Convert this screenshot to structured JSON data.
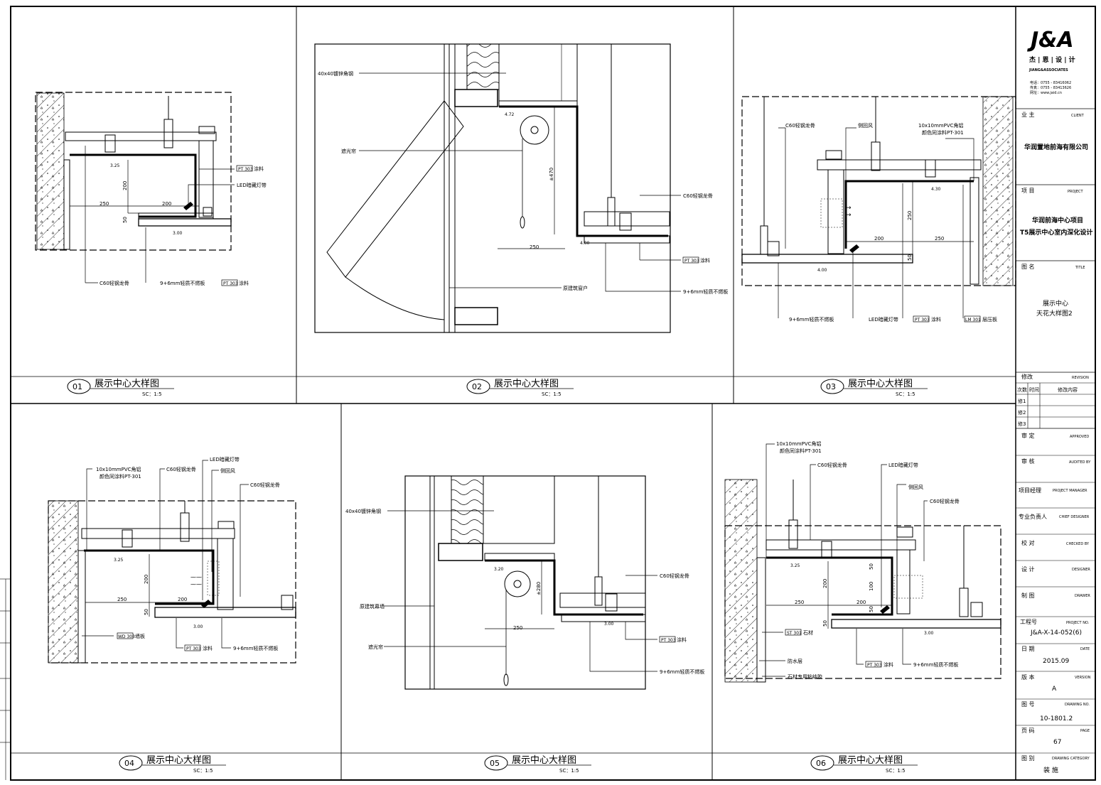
{
  "title_block": {
    "logo": "J&A",
    "logo_cn": "杰 | 恩 | 设 | 计",
    "logo_en": "JIANG&ASSOCIATES",
    "tel": "电话：0755 - 83416062",
    "fax": "传真：0755 - 83413626",
    "web": "网址：www.jaid.cn",
    "client_label": "业  主",
    "client_label_en": "CLIENT",
    "client_value": "华润置地前海有限公司",
    "project_label": "项  目",
    "project_label_en": "PROJECT",
    "project_value_1": "华润前海中心项目",
    "project_value_2": "T5展示中心室内深化设计",
    "title_label": "图  名",
    "title_label_en": "TITLE",
    "title_value_1": "展示中心",
    "title_value_2": "天花大样图2",
    "revision_label": "修改",
    "revision_label_en": "REVISION",
    "rev_col_1": "次数",
    "rev_col_2": "时间",
    "rev_col_3": "修改内容",
    "rev_rows": [
      "修1",
      "修2",
      "修3"
    ],
    "approved_label": "审  定",
    "approved_en": "APPROVED",
    "audited_label": "审  核",
    "audited_en": "AUDITED BY",
    "pm_label": "项目经理",
    "pm_en": "PROJECT MANAGER",
    "chief_label": "专业负责人",
    "chief_en": "CHIEF DESIGNER",
    "checked_label": "校  对",
    "checked_en": "CHECKED BY",
    "designer_label": "设  计",
    "designer_en": "DESIGNER",
    "drawer_label": "制  图",
    "drawer_en": "DRAWER",
    "projno_label": "工程号",
    "projno_en": "PROJECT NO.",
    "projno_value": "J&A-X-14-052(6)",
    "date_label": "日  期",
    "date_en": "DATE",
    "date_value": "2015.09",
    "version_label": "版  本",
    "version_en": "VERSION",
    "version_value": "A",
    "drawingno_label": "图  号",
    "drawingno_en": "DRAWING NO.",
    "drawingno_value": "10-1801.2",
    "page_label": "页  码",
    "page_en": "PAGE",
    "page_value": "67",
    "category_label": "图  别",
    "category_en": "DRAWING CATEGORY",
    "category_value": "装  施"
  },
  "details": [
    {
      "num": "01",
      "title": "展示中心大样图",
      "scale": "SC：1:5"
    },
    {
      "num": "02",
      "title": "展示中心大样图",
      "scale": "SC：1:5"
    },
    {
      "num": "03",
      "title": "展示中心大样图",
      "scale": "SC：1:5"
    },
    {
      "num": "04",
      "title": "展示中心大样图",
      "scale": "SC：1:5"
    },
    {
      "num": "05",
      "title": "展示中心大样图",
      "scale": "SC：1:5"
    },
    {
      "num": "06",
      "title": "展示中心大样图",
      "scale": "SC：1:5"
    }
  ],
  "labels": {
    "c60": "C60轻钢龙骨",
    "board": "9+6mm轻质不燃板",
    "pt303": "PT 303",
    "paint": "涂料",
    "led": "LED暗藏灯带",
    "pvc": "10x10mmPVC角铝",
    "pvc2": "颜色同涂料PT-301",
    "side": "侧回风",
    "steel40": "40x40镀锌角钢",
    "curtain": "遮光帘",
    "window": "原建筑窗户",
    "curtainwall": "原建筑幕墙",
    "lm301": "LM 301",
    "lm301_t": "层压板",
    "wd303": "WD 303",
    "wd303_t": "墙板",
    "st301": "ST 301",
    "st301_t": "石材",
    "waterproof": "防水层",
    "stoneglue": "石材专用粘结胶"
  },
  "dims": {
    "d250": "250",
    "d200": "200",
    "d50": "50",
    "d100": "100",
    "d325": "3.25",
    "d300": "3.00",
    "d472": "4.72",
    "d470": "±470",
    "d400": "4.00",
    "d430": "4.30",
    "d320": "3.20",
    "d280": "±280"
  }
}
